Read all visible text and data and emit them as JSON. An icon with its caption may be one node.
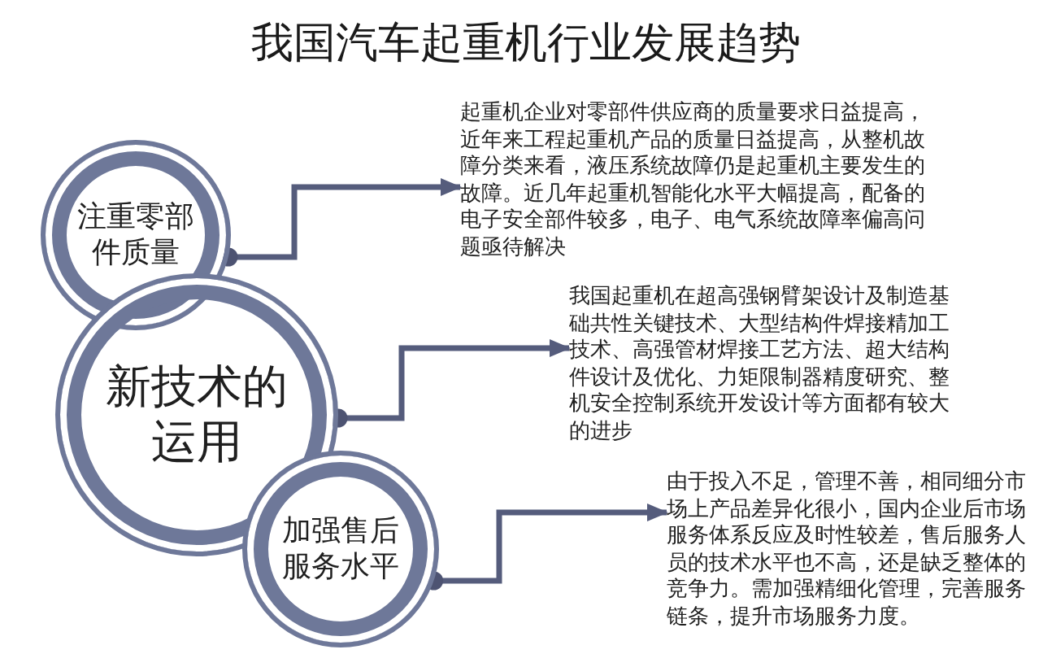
{
  "diagram": {
    "title": "我国汽车起重机行业发展趋势",
    "nodes": [
      {
        "text": [
          "注重零部件质量"
        ]
      },
      {
        "text": [
          "新技术的运用"
        ]
      },
      {
        "text": [
          "加强售后服务水平"
        ]
      },
      {
        "text": [
          "起重机企业对零部件供应商的质量要求日益提高，近年来工程起重机产品的质量日益提高，从整机故障分类来看，液压系统故障仍是起重机主要发生的故障。近几年起重机智能化水平大幅提高，配备的电子安全部件较多，电子、电气系统故障率偏高问题亟待解决"
        ]
      },
      {
        "text": [
          "我国起重机在超高强钢臂架设计及制造基础共性关键技术、大型结构件焊接精加工技术、高强管材焊接工艺方法、超大结构件设计及优化、力矩限制器精度研究、整机安全控制系统开发设计等方面都有较大的进步"
        ]
      },
      {
        "text": [
          "由于投入不足，管理不善，相同细分市场上产品差异化很小，国内企业后市场服务体系反应及时性较差，售后服务人员的技术水平也不高，还是缺乏整体的竞争力。需加强精细化管理，完善服务链条，提升市场服务力度。"
        ]
      }
    ],
    "edges": [
      {
        "from": 0,
        "to": 3,
        "arrow": "to"
      },
      {
        "from": 1,
        "to": 4,
        "arrow": "to"
      },
      {
        "from": 2,
        "to": 5,
        "arrow": "to"
      }
    ]
  }
}
